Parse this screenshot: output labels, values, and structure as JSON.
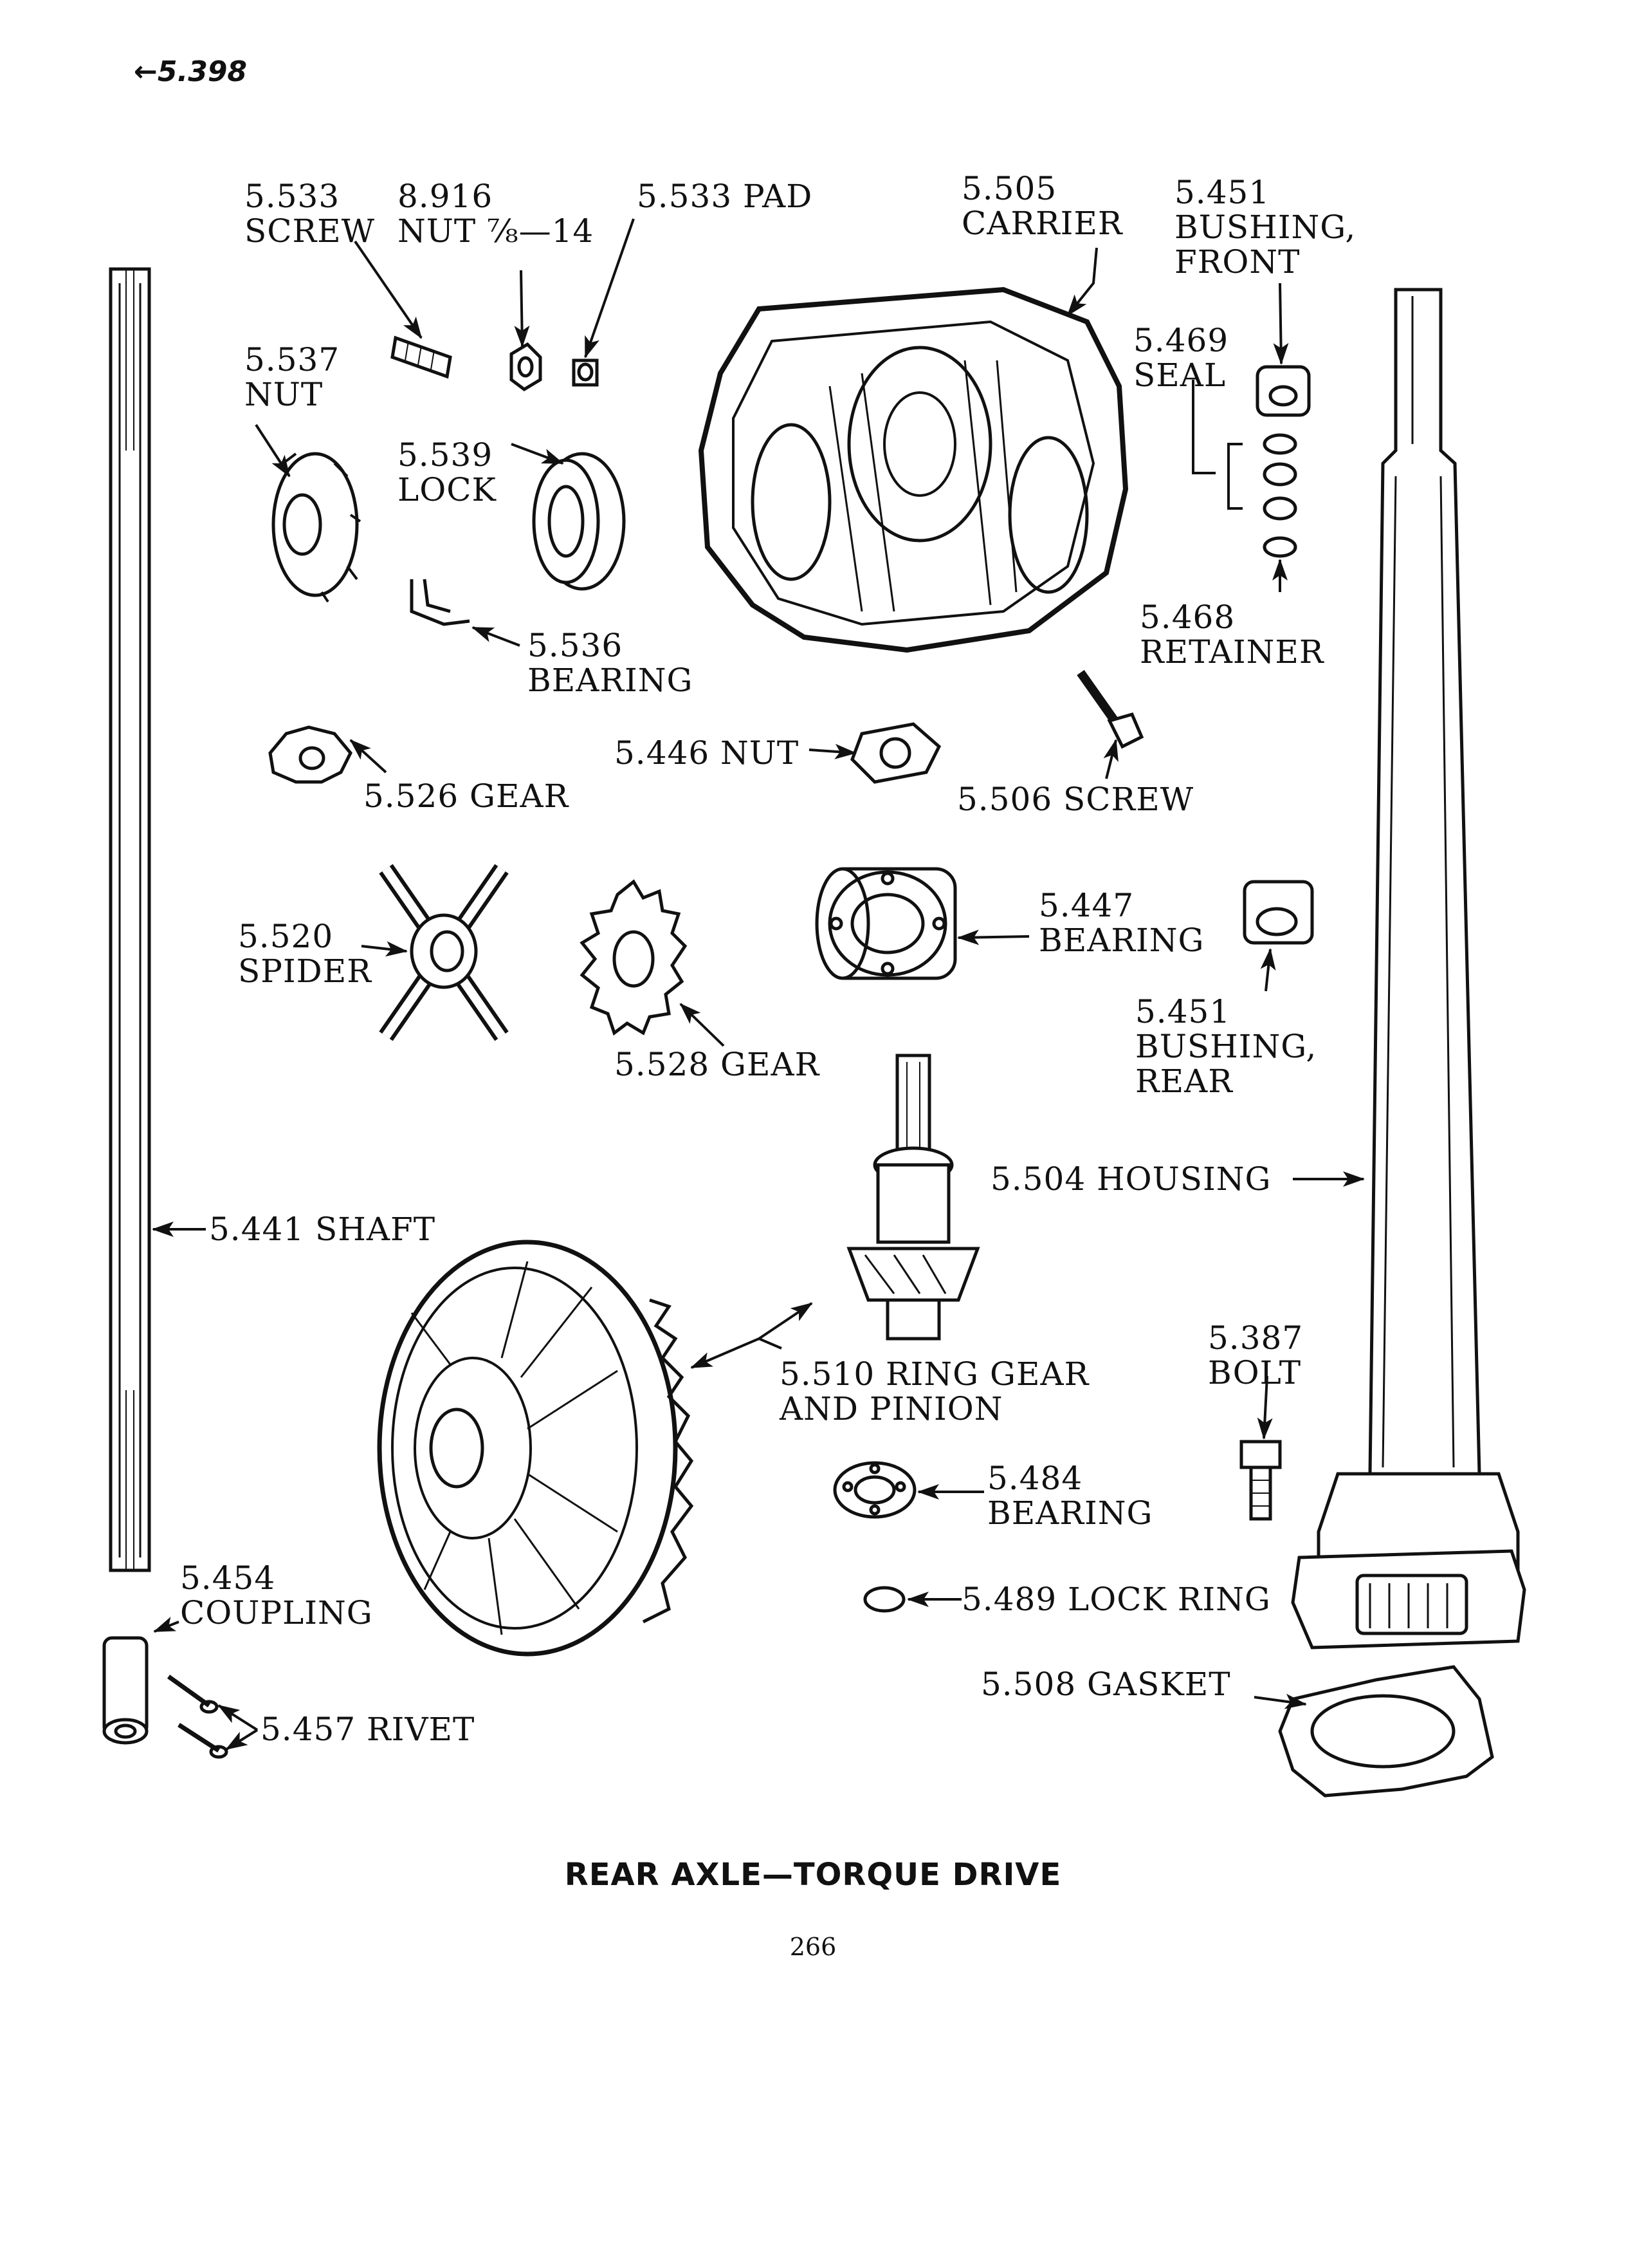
{
  "page_ref": "←5.398",
  "caption": "REAR AXLE—TORQUE DRIVE",
  "page_number": "266",
  "labels": {
    "screw_533": [
      "5.533",
      "SCREW"
    ],
    "nut_916": [
      "8.916",
      "NUT ⅞—14"
    ],
    "pad_533": "5.533 PAD",
    "carrier_505": [
      "5.505",
      "CARRIER"
    ],
    "bushing_front_451": [
      "5.451",
      "BUSHING,",
      "FRONT"
    ],
    "nut_537": [
      "5.537",
      "NUT"
    ],
    "lock_539": [
      "5.539",
      "LOCK"
    ],
    "seal_469": [
      "5.469",
      "SEAL"
    ],
    "bearing_536": [
      "5.536",
      "BEARING"
    ],
    "retainer_468": [
      "5.468",
      "RETAINER"
    ],
    "gear_526": "5.526 GEAR",
    "nut_446": "5.446 NUT",
    "screw_506": "5.506 SCREW",
    "spider_520": [
      "5.520",
      "SPIDER"
    ],
    "bearing_447": [
      "5.447",
      "BEARING"
    ],
    "bushing_rear_451": [
      "5.451",
      "BUSHING,",
      "REAR"
    ],
    "gear_528": "5.528 GEAR",
    "housing_504": "5.504 HOUSING",
    "shaft_441": "5.441 SHAFT",
    "ring_gear_510": [
      "5.510 RING GEAR",
      "AND PINION"
    ],
    "bolt_387": [
      "5.387",
      "BOLT"
    ],
    "bearing_484": [
      "5.484",
      "BEARING"
    ],
    "coupling_454": [
      "5.454",
      "COUPLING"
    ],
    "lock_ring_489": "5.489 LOCK RING",
    "gasket_508": "5.508 GASKET",
    "rivet_457": "5.457 RIVET"
  }
}
